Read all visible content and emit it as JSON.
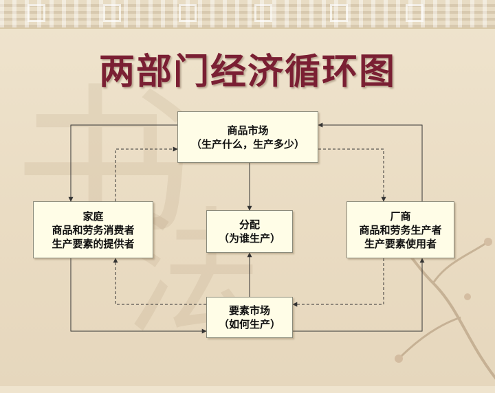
{
  "title": "两部门经济循环图",
  "nodes": {
    "goods_market": {
      "line1": "商品市场",
      "line2": "（生产什么，生产多少）"
    },
    "household": {
      "line1": "家庭",
      "line2": "商品和劳务消费者",
      "line3": "生产要素的提供者"
    },
    "distribution": {
      "line1": "分配",
      "line2": "（为谁生产）"
    },
    "firm": {
      "line1": "厂商",
      "line2": "商品和劳务生产者",
      "line3": "生产要素使用者"
    },
    "factor_market": {
      "line1": "要素市场",
      "line2": "（如何生产）"
    }
  }
}
